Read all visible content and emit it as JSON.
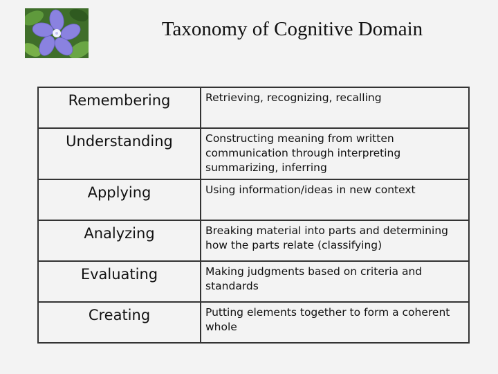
{
  "slide": {
    "title": "Taxonomy of Cognitive Domain"
  },
  "image": {
    "subject": "periwinkle-flower-photo"
  },
  "table": {
    "rows": [
      {
        "term": "Remembering",
        "description": "Retrieving, recognizing, recalling"
      },
      {
        "term": "Understanding",
        "description": "Constructing meaning from written communication through interpreting summarizing, inferring"
      },
      {
        "term": "Applying",
        "description": "Using information/ideas in new context"
      },
      {
        "term": "Analyzing",
        "description": "Breaking material into parts and determining how the parts relate (classifying)"
      },
      {
        "term": "Evaluating",
        "description": "Making judgments based on criteria and standards"
      },
      {
        "term": "Creating",
        "description": "Putting elements together to form a coherent whole"
      }
    ]
  }
}
